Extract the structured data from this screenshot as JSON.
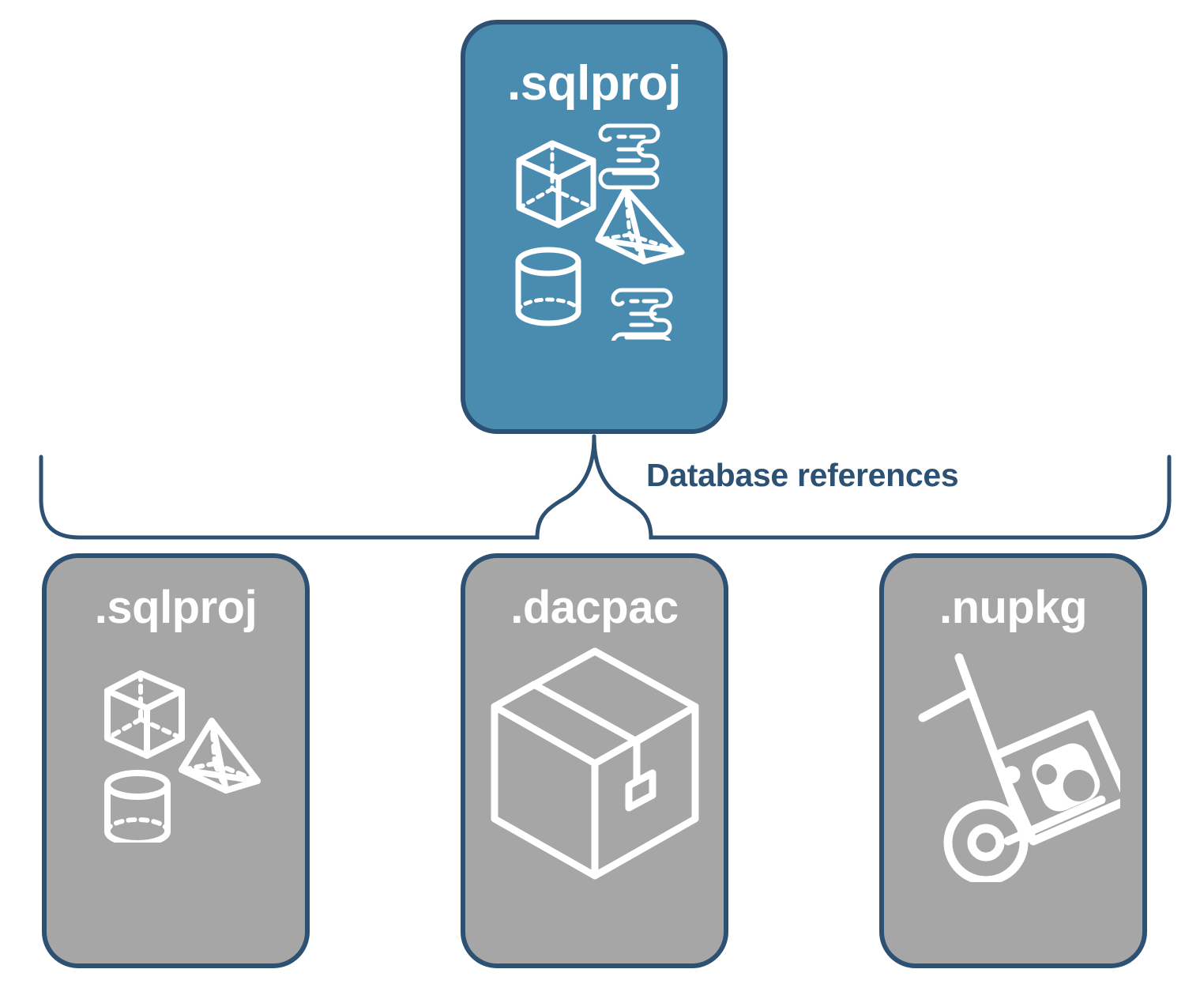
{
  "diagram": {
    "title_text": "Database references",
    "colors": {
      "root_card_fill": "#4a8cb0",
      "reference_card_fill": "#a6a6a6",
      "card_border": "#2d5172",
      "connector_line": "#2d5172",
      "label_text": "#2d5172",
      "icon_stroke": "#ffffff",
      "card_title_text": "#ffffff"
    }
  },
  "root_card": {
    "title": ".sqlproj",
    "icons": [
      "cube-wireframe-icon",
      "pyramid-wireframe-icon",
      "cylinder-wireframe-icon",
      "scroll-script-icon",
      "scroll-script-icon"
    ]
  },
  "connector": {
    "label": "Database references"
  },
  "reference_cards": [
    {
      "title": ".sqlproj",
      "icons": [
        "cube-wireframe-icon",
        "pyramid-wireframe-icon",
        "cylinder-wireframe-icon"
      ]
    },
    {
      "title": ".dacpac",
      "icons": [
        "shipping-box-icon"
      ]
    },
    {
      "title": ".nupkg",
      "icons": [
        "hand-truck-nuget-package-icon"
      ]
    }
  ]
}
